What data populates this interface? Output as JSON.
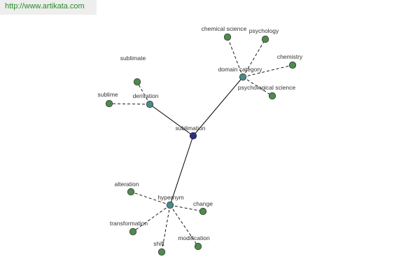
{
  "source_url": "http://www.artikata.com",
  "colors": {
    "center": "#2d2d8a",
    "hub": "#4a8a8a",
    "leaf": "#4e8a4e",
    "edge": "#000000",
    "label": "#333333",
    "url": "#2a8a2a"
  },
  "center": {
    "label": "sublimation"
  },
  "hubs": [
    {
      "id": "derivation",
      "label": "derivation",
      "leaves": [
        {
          "label": "sublimate"
        },
        {
          "label": "sublime"
        }
      ]
    },
    {
      "id": "domain-category",
      "label": "domain category",
      "leaves": [
        {
          "label": "chemical science"
        },
        {
          "label": "psychology"
        },
        {
          "label": "chemistry"
        },
        {
          "label": "psychological science"
        }
      ]
    },
    {
      "id": "hypernym",
      "label": "hypernym",
      "leaves": [
        {
          "label": "alteration"
        },
        {
          "label": "change"
        },
        {
          "label": "transformation"
        },
        {
          "label": "shift"
        },
        {
          "label": "modification"
        }
      ]
    }
  ]
}
